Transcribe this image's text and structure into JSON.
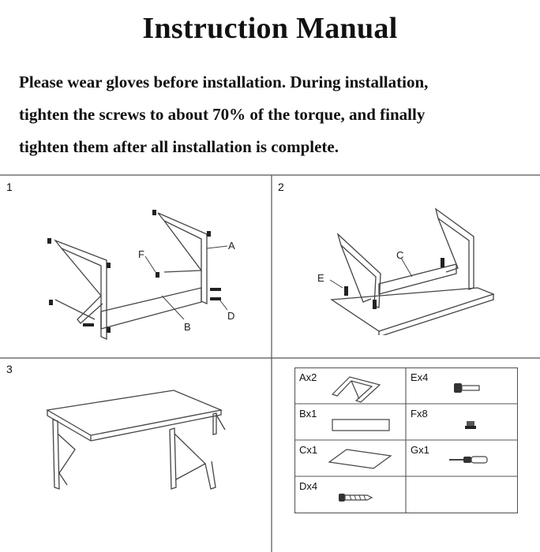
{
  "header": {
    "title": "Instruction Manual",
    "intro_lines": [
      "Please wear gloves before installation. During installation,",
      "tighten the screws to about 70% of the torque, and finally",
      "tighten them after all installation is complete."
    ]
  },
  "steps": [
    {
      "number": "1",
      "callouts": [
        "A",
        "B",
        "D",
        "F"
      ]
    },
    {
      "number": "2",
      "callouts": [
        "C",
        "E"
      ]
    },
    {
      "number": "3"
    }
  ],
  "parts": [
    {
      "label": "Ax2",
      "icon": "frame-leg-icon"
    },
    {
      "label": "Ex4",
      "icon": "bolt-icon"
    },
    {
      "label": "Bx1",
      "icon": "beam-icon"
    },
    {
      "label": "Fx8",
      "icon": "foot-pad-icon"
    },
    {
      "label": "Cx1",
      "icon": "tabletop-icon"
    },
    {
      "label": "Gx1",
      "icon": "screwdriver-icon"
    },
    {
      "label": "Dx4",
      "icon": "wood-screw-icon"
    }
  ],
  "colors": {
    "line": "#555555",
    "text": "#111111"
  }
}
